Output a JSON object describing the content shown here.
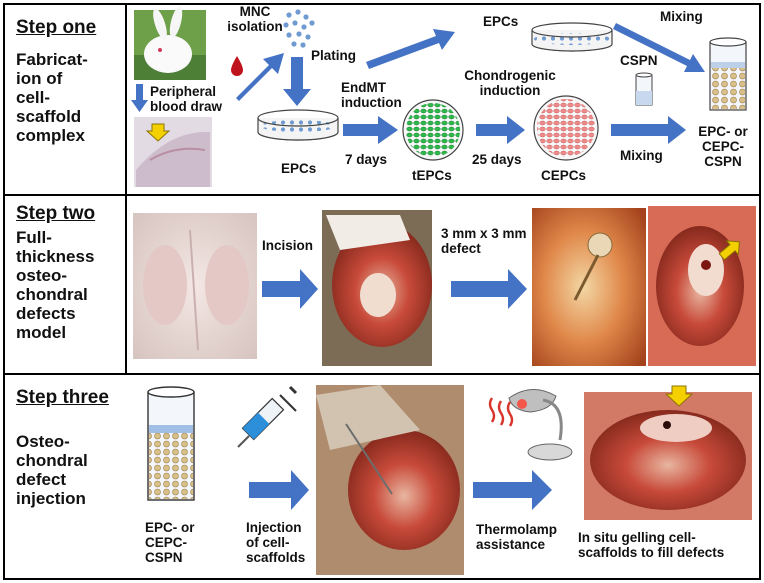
{
  "steps": [
    {
      "title": "Step one",
      "lines": [
        "Fabricat-",
        "ion of",
        "cell-",
        "scaffold",
        "complex"
      ]
    },
    {
      "title": "Step two",
      "lines": [
        "Full-",
        "thickness",
        "osteo-",
        "chondral",
        "defects",
        "model"
      ]
    },
    {
      "title": "Step three",
      "lines": [
        "Osteo-",
        "chondral",
        "defect",
        "injection"
      ]
    }
  ],
  "step1": {
    "mnc_isolation": [
      "MNC",
      "isolation"
    ],
    "plating": "Plating",
    "peripheral_blood_draw": [
      "Peripheral",
      "blood draw"
    ],
    "epcs_top": "EPCs",
    "mixing_top": "Mixing",
    "cspn": "CSPN",
    "endmt_induction": [
      "EndMT",
      "induction"
    ],
    "chondrogenic_induction": [
      "Chondrogenic",
      "induction"
    ],
    "epcs_bottom": "EPCs",
    "seven_days": "7 days",
    "tepcs": "tEPCs",
    "twentyfive_days": "25 days",
    "cepcs": "CEPCs",
    "mixing_bottom": "Mixing",
    "result": [
      "EPC- or",
      "CEPC-",
      "CSPN"
    ]
  },
  "step2": {
    "incision": "Incision",
    "defect": [
      "3 mm x 3 mm",
      "defect"
    ]
  },
  "step3": {
    "vial_label": [
      "EPC- or",
      "CEPC-",
      "CSPN"
    ],
    "injection": [
      "Injection",
      "of cell-",
      "scaffolds"
    ],
    "thermolamp": [
      "Thermolamp",
      "assistance"
    ],
    "gelling": [
      "In situ gelling cell-",
      "scaffolds to fill defects"
    ]
  },
  "colors": {
    "arrow_blue": "#4472c4",
    "dish_blue_dots": "#6f9bd1",
    "tepc_green": "#2eb84a",
    "cepc_pink": "#ef8a8a",
    "blood_red": "#c0141c",
    "pointer_yellow": "#f5d000",
    "tissue_red": "#c0392b"
  },
  "icons": [
    "rabbit-photo",
    "blood-drop-icon",
    "petri-dish-icon",
    "vial-icon",
    "syringe-icon",
    "heat-lamp-icon",
    "surgery-photo",
    "yellow-pointer-arrow"
  ]
}
